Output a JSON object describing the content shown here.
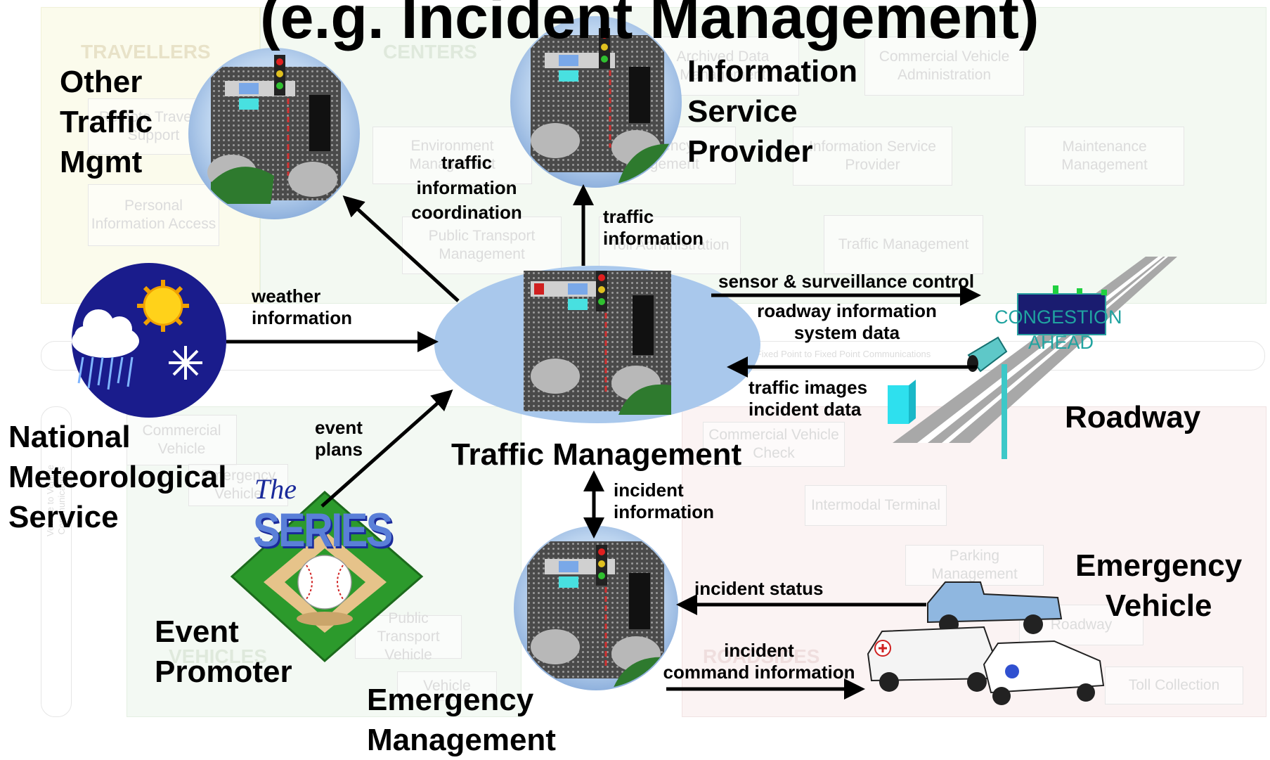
{
  "title": "(e.g. Incident Management)",
  "background": {
    "groups": [
      "TRAVELLERS",
      "CENTERS",
      "VEHICLES",
      "ROADSIDES"
    ],
    "subsystems": [
      "Remote Traveler Support",
      "Personal Information Access",
      "Environment Management",
      "Public Transport Management",
      "Emergency Management",
      "Toll Administration",
      "Archived Data Management",
      "Commercial Vehicle Administration",
      "Information Service Provider",
      "Traffic Management",
      "Maintenance Management",
      "Commercial Vehicle",
      "Emergency Vehicle",
      "Public Transport Vehicle",
      "Vehicle",
      "Commercial Vehicle Check",
      "Intermodal Terminal",
      "Parking Management",
      "Roadway",
      "Toll Collection"
    ],
    "channels": [
      "Fixed Point to Fixed Point Communications",
      "Vehicle to Vehicle Communications"
    ]
  },
  "nodes": {
    "other_traffic": "Other\nTraffic\nMgmt",
    "isp": "Information\nService\nProvider",
    "weather": "National\nMeteorological\nService",
    "traffic_mgmt": "Traffic Management",
    "roadway": "Roadway",
    "event": "Event\nPromoter",
    "emergency_mgmt": "Emergency\nManagement",
    "emergency_vehicle": "Emergency\nVehicle"
  },
  "flows": {
    "coord": "traffic\ninformation\ncoordination",
    "traffic_info": "traffic\ninformation",
    "weather_info": "weather\ninformation",
    "sensor": "sensor & surveillance control",
    "roadway_info": "roadway information\nsystem data",
    "images": "traffic images\nincident data",
    "event_plans": "event\nplans",
    "incident_info": "incident\ninformation",
    "incident_status": "incident status",
    "incident_cmd": "incident\ncommand information"
  },
  "sign": {
    "line1": "CONGESTION",
    "line2": "AHEAD"
  },
  "logo": {
    "the": "The",
    "series": "SERIES"
  },
  "colors": {
    "ellipse": "#a9c8ec",
    "sign_text": "#20a3a0",
    "camera": "#5ec8c8"
  }
}
